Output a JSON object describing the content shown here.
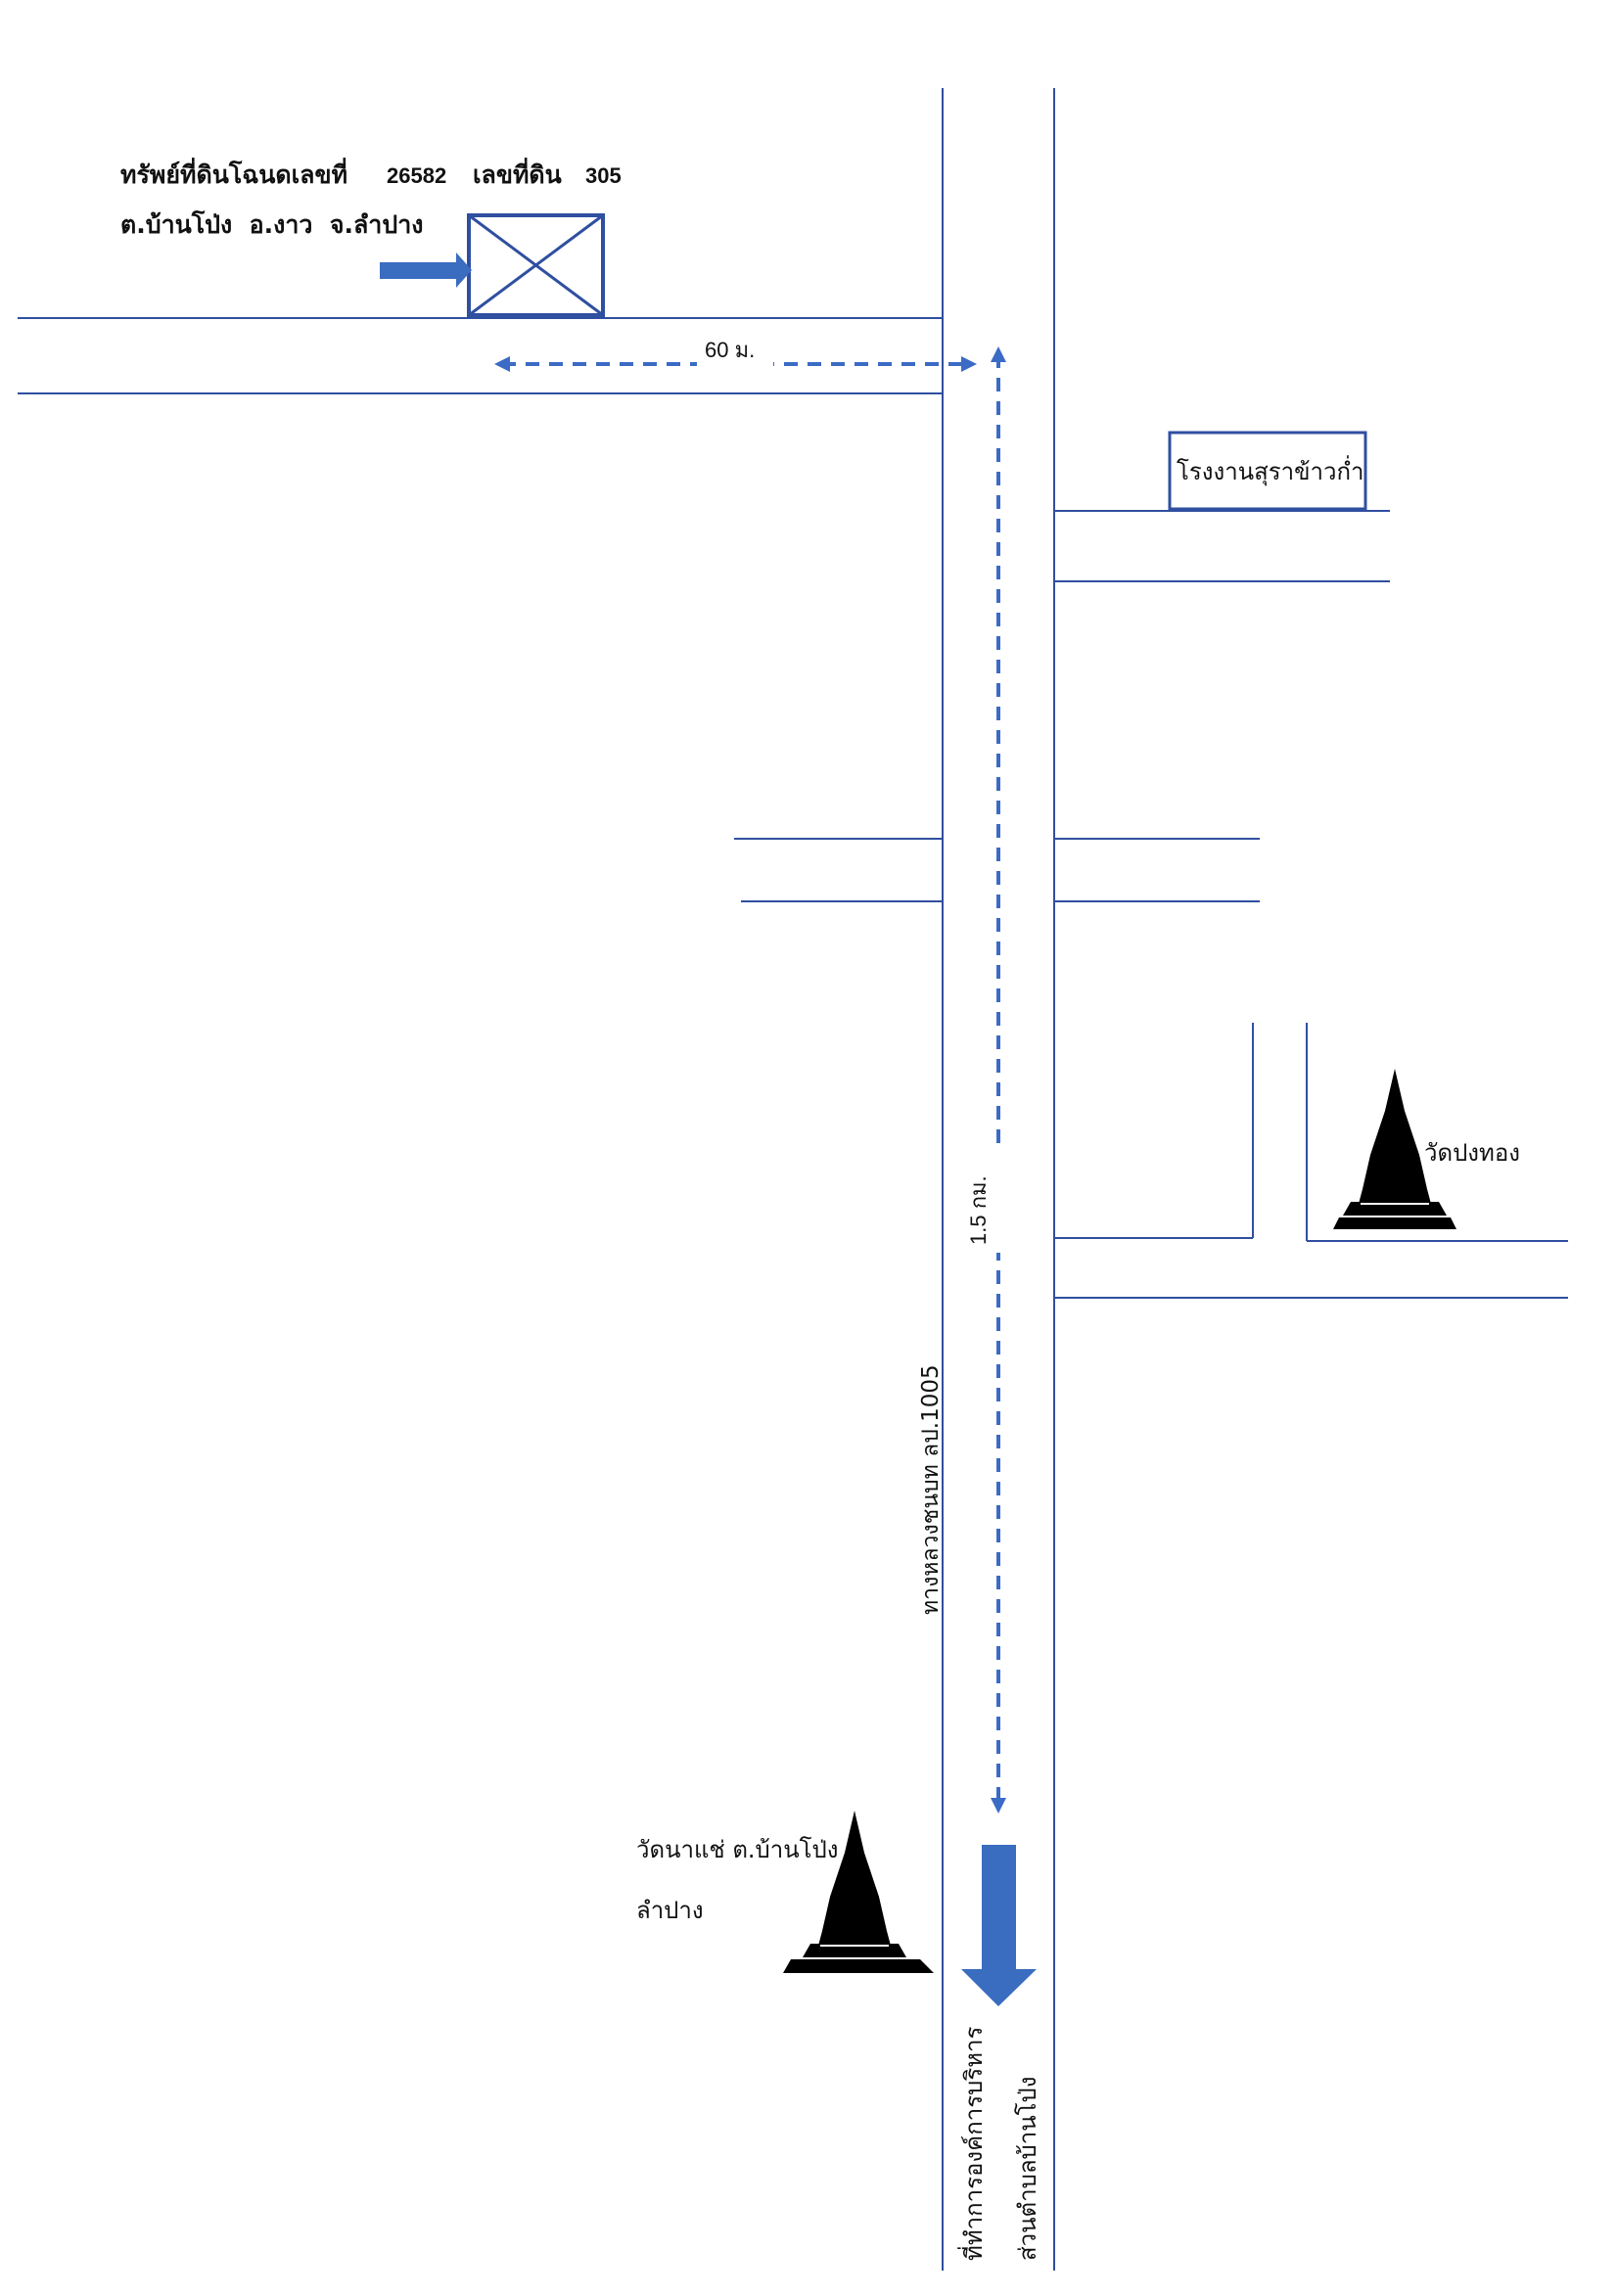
{
  "property": {
    "title_prefix": "ทรัพย์ที่ดินโฉนดเลขที่",
    "deed_no": "26582",
    "land_label": "เลขที่ดิน",
    "land_no": "305",
    "location": "ต.บ้านโป่ง  อ.งาว  จ.ลำปาง"
  },
  "distances": {
    "to_main_road": "60 ม.",
    "to_office": "1.5 กม."
  },
  "landmarks": {
    "distillery": "โรงงานสุราข้าวก่ำ",
    "temple_pong_thong": "วัดปงทอง",
    "temple_na_sae_line1": "วัดนาแช่ ต.บ้านโป่ง",
    "temple_na_sae_line2": "ลำปาง"
  },
  "roads": {
    "main_road": "ทางหลวงชนบท ลป.1005"
  },
  "destination": {
    "line1": "ที่ทำการองค์การบริหาร",
    "line2": "ส่วนตำบลบ้านโป่ง"
  },
  "colors": {
    "road_line": "#2f4fa0",
    "dash_arrow": "#3b6bc4",
    "block_arrow": "#3a6cc0",
    "temple": "#000000"
  },
  "icons": {
    "property_marker": "crossed-box-icon",
    "temple": "stupa-icon",
    "direction": "arrow-icon"
  }
}
